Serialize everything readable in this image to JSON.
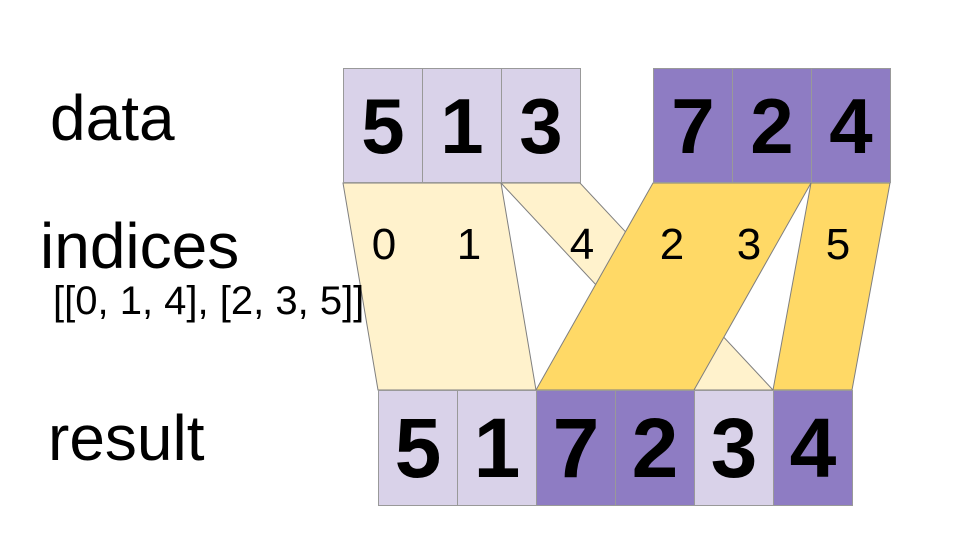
{
  "labels": {
    "data": "data",
    "indices": "indices",
    "indices_literal": "[[0, 1, 4], [2, 3, 5]]",
    "result": "result"
  },
  "palette": {
    "light_purple": "#d9d2e9",
    "dark_purple": "#8e7cc3",
    "light_yellow": "#fff2cc",
    "dark_yellow": "#ffd966",
    "cell_border": "#999999",
    "band_outline": "#7f7f7f",
    "text": "#000000",
    "background": "#ffffff"
  },
  "data_row": {
    "groups": [
      {
        "values": [
          "5",
          "1",
          "3"
        ],
        "color": "light_purple"
      },
      {
        "values": [
          "7",
          "2",
          "4"
        ],
        "color": "dark_purple"
      }
    ]
  },
  "indices_row": {
    "values": [
      "0",
      "1",
      "4",
      "2",
      "3",
      "5"
    ]
  },
  "result_row": {
    "values": [
      "5",
      "1",
      "7",
      "2",
      "3",
      "4"
    ],
    "colors": [
      "light_purple",
      "light_purple",
      "dark_purple",
      "dark_purple",
      "light_purple",
      "dark_purple"
    ]
  },
  "bands": [
    {
      "name": "band-data-0-1-to-result-0-1",
      "color": "light_yellow"
    },
    {
      "name": "band-data-2-to-result-4",
      "color": "light_yellow"
    },
    {
      "name": "band-data-3-4-to-result-2-3",
      "color": "dark_yellow"
    },
    {
      "name": "band-data-5-to-result-5",
      "color": "dark_yellow"
    }
  ]
}
